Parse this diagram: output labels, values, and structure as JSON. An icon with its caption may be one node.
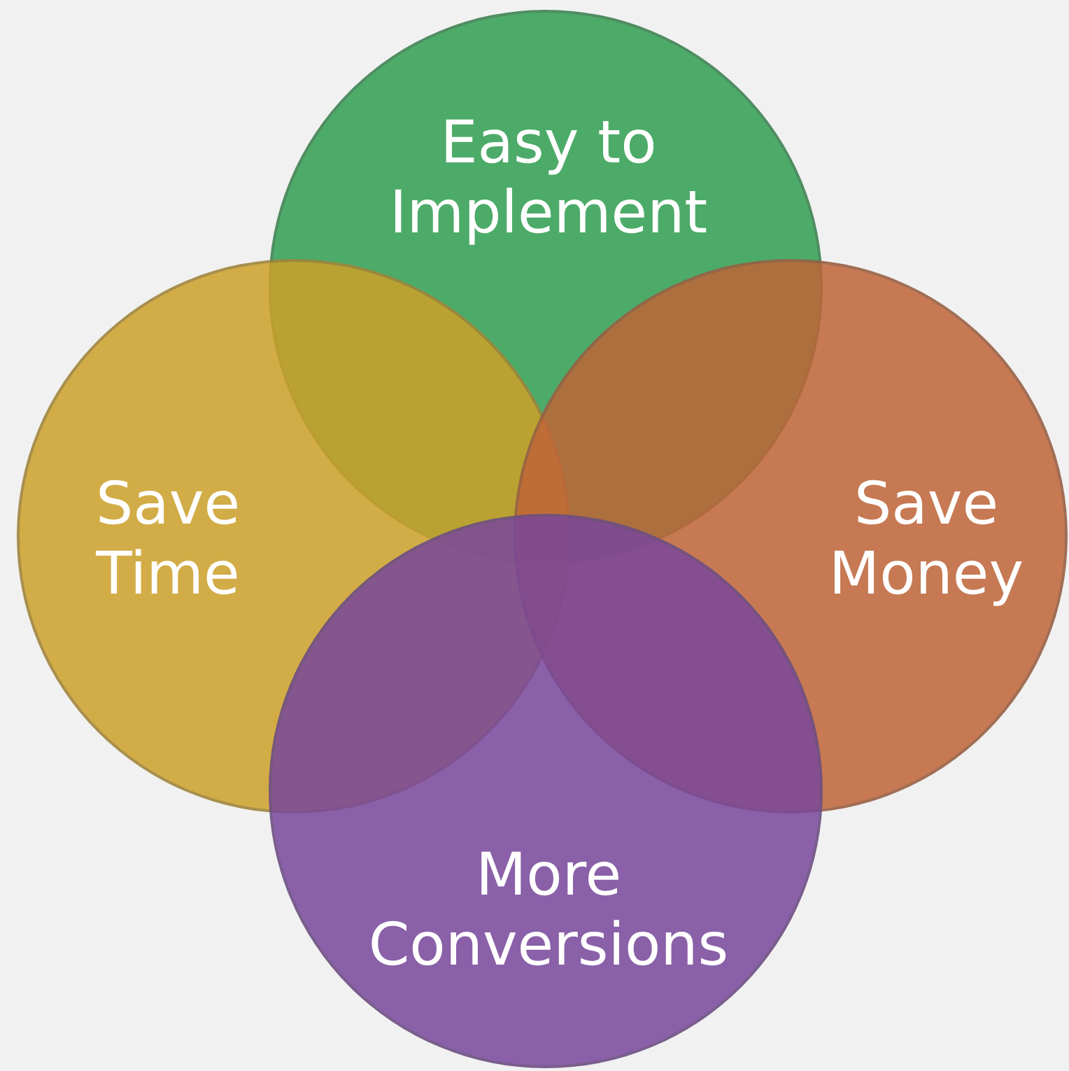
{
  "diagram": {
    "nodes": [
      {
        "text": [
          "Easy to Implement"
        ]
      },
      {
        "text": [
          "Save Time"
        ]
      },
      {
        "text": [
          "Save Money"
        ]
      },
      {
        "text": [
          "More Conversions"
        ]
      }
    ]
  }
}
